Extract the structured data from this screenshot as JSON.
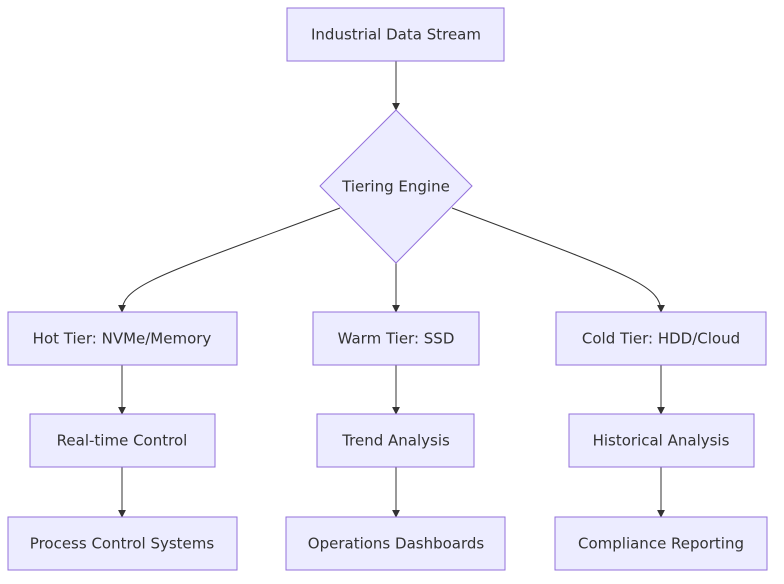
{
  "nodes": {
    "source": "Industrial Data Stream",
    "engine": "Tiering Engine",
    "hot": "Hot Tier: NVMe/Memory",
    "warm": "Warm Tier: SSD",
    "cold": "Cold Tier: HDD/Cloud",
    "realtime": "Real-time Control",
    "trend": "Trend Analysis",
    "historical": "Historical Analysis",
    "process": "Process Control Systems",
    "operations": "Operations Dashboards",
    "compliance": "Compliance Reporting"
  },
  "edges": [
    [
      "source",
      "engine"
    ],
    [
      "engine",
      "hot"
    ],
    [
      "engine",
      "warm"
    ],
    [
      "engine",
      "cold"
    ],
    [
      "hot",
      "realtime"
    ],
    [
      "warm",
      "trend"
    ],
    [
      "cold",
      "historical"
    ],
    [
      "realtime",
      "process"
    ],
    [
      "trend",
      "operations"
    ],
    [
      "historical",
      "compliance"
    ]
  ],
  "colors": {
    "node_fill": "#ECECFF",
    "node_stroke": "#9370DB",
    "edge": "#333333",
    "text": "#333333"
  }
}
